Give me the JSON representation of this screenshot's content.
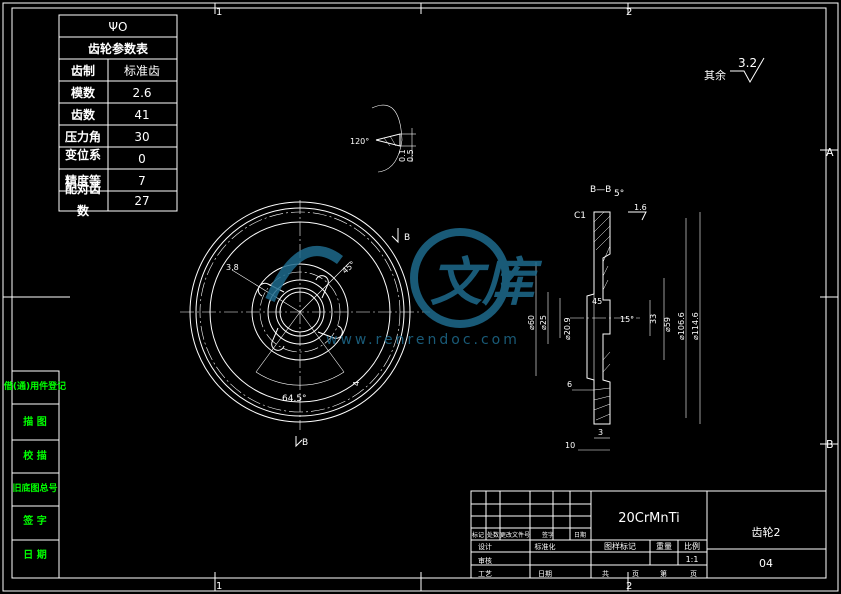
{
  "grid": {
    "top_numbers": [
      "1",
      "2"
    ],
    "bottom_numbers": [
      "1",
      "2"
    ],
    "side_letters": [
      "A",
      "B"
    ]
  },
  "params_table": {
    "code": "ΨO",
    "title": "齿轮参数表",
    "rows": [
      {
        "label": "齿制",
        "value": "标准齿"
      },
      {
        "label": "模数",
        "value": "2.6"
      },
      {
        "label": "齿数",
        "value": "41"
      },
      {
        "label": "压力角",
        "value": "30"
      },
      {
        "label": "变位系",
        "value": "0"
      },
      {
        "label": "精度等",
        "value": "7"
      },
      {
        "label": "配对齿",
        "value": "27"
      }
    ],
    "extra_label": "数"
  },
  "roughness": {
    "label": "其余",
    "value": "3.2"
  },
  "left_strip": [
    "借(通)用件登记",
    "描 图",
    "校 描",
    "旧底图总号",
    "签 字",
    "日 期"
  ],
  "detail": {
    "angle": "120°",
    "dim1": "0.1",
    "dim2": "0.5"
  },
  "front_view": {
    "section_mark": "B",
    "dim_angle": "64.5°",
    "dim_r": "3.8",
    "dim_hole": "4",
    "dim_x": "45°"
  },
  "section_view": {
    "title": "B—B",
    "angle": "5°",
    "chamfer": "C1",
    "roughness": "1.6",
    "diameters": [
      "⌀60",
      "⌀25",
      "⌀20.9",
      "⌀59",
      "⌀106.6",
      "⌀114.6"
    ],
    "width_dims": [
      "6",
      "3",
      "10"
    ],
    "inner_angle": "15°",
    "inner_len": "33",
    "inner_h": "45"
  },
  "watermark": {
    "text": "文库",
    "url": "www.renrendoc.com"
  },
  "title_block": {
    "material": "20CrMnTi",
    "part_name": "齿轮2",
    "drawing_no": "04",
    "scale": "1:1",
    "col_headers": [
      "图样标记",
      "重量",
      "比例"
    ],
    "rev_headers": [
      "标记",
      "处数",
      "更改文件号",
      "签字",
      "日期"
    ],
    "left_labels": [
      "设计",
      "审核",
      "工艺"
    ],
    "left_labels2": [
      "标准化",
      "日期"
    ],
    "sheet_labels": [
      "共",
      "页",
      "第",
      "页"
    ]
  }
}
